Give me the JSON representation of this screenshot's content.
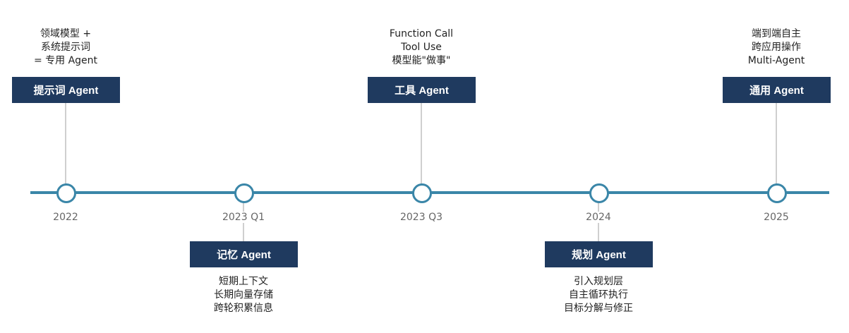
{
  "timeline": {
    "milestones": [
      {
        "year": "2022",
        "box_label": "提示词 Agent",
        "position": "above",
        "description": [
          "领域模型 +",
          "系统提示词",
          "= 专用 Agent"
        ]
      },
      {
        "year": "2023 Q1",
        "box_label": "记忆 Agent",
        "position": "below",
        "description": [
          "短期上下文",
          "长期向量存储",
          "跨轮积累信息"
        ]
      },
      {
        "year": "2023 Q3",
        "box_label": "工具 Agent",
        "position": "above",
        "description": [
          "Function Call",
          "Tool Use",
          "模型能\"做事\""
        ]
      },
      {
        "year": "2024",
        "box_label": "规划 Agent",
        "position": "below",
        "description": [
          "引入规划层",
          "自主循环执行",
          "目标分解与修正"
        ]
      },
      {
        "year": "2025",
        "box_label": "通用 Agent",
        "position": "above",
        "description": [
          "端到端自主",
          "跨应用操作",
          "Multi-Agent"
        ]
      }
    ]
  },
  "colors": {
    "axis": "#3a86a8",
    "box": "#1f3a5f",
    "connector": "#cfcfcf"
  }
}
